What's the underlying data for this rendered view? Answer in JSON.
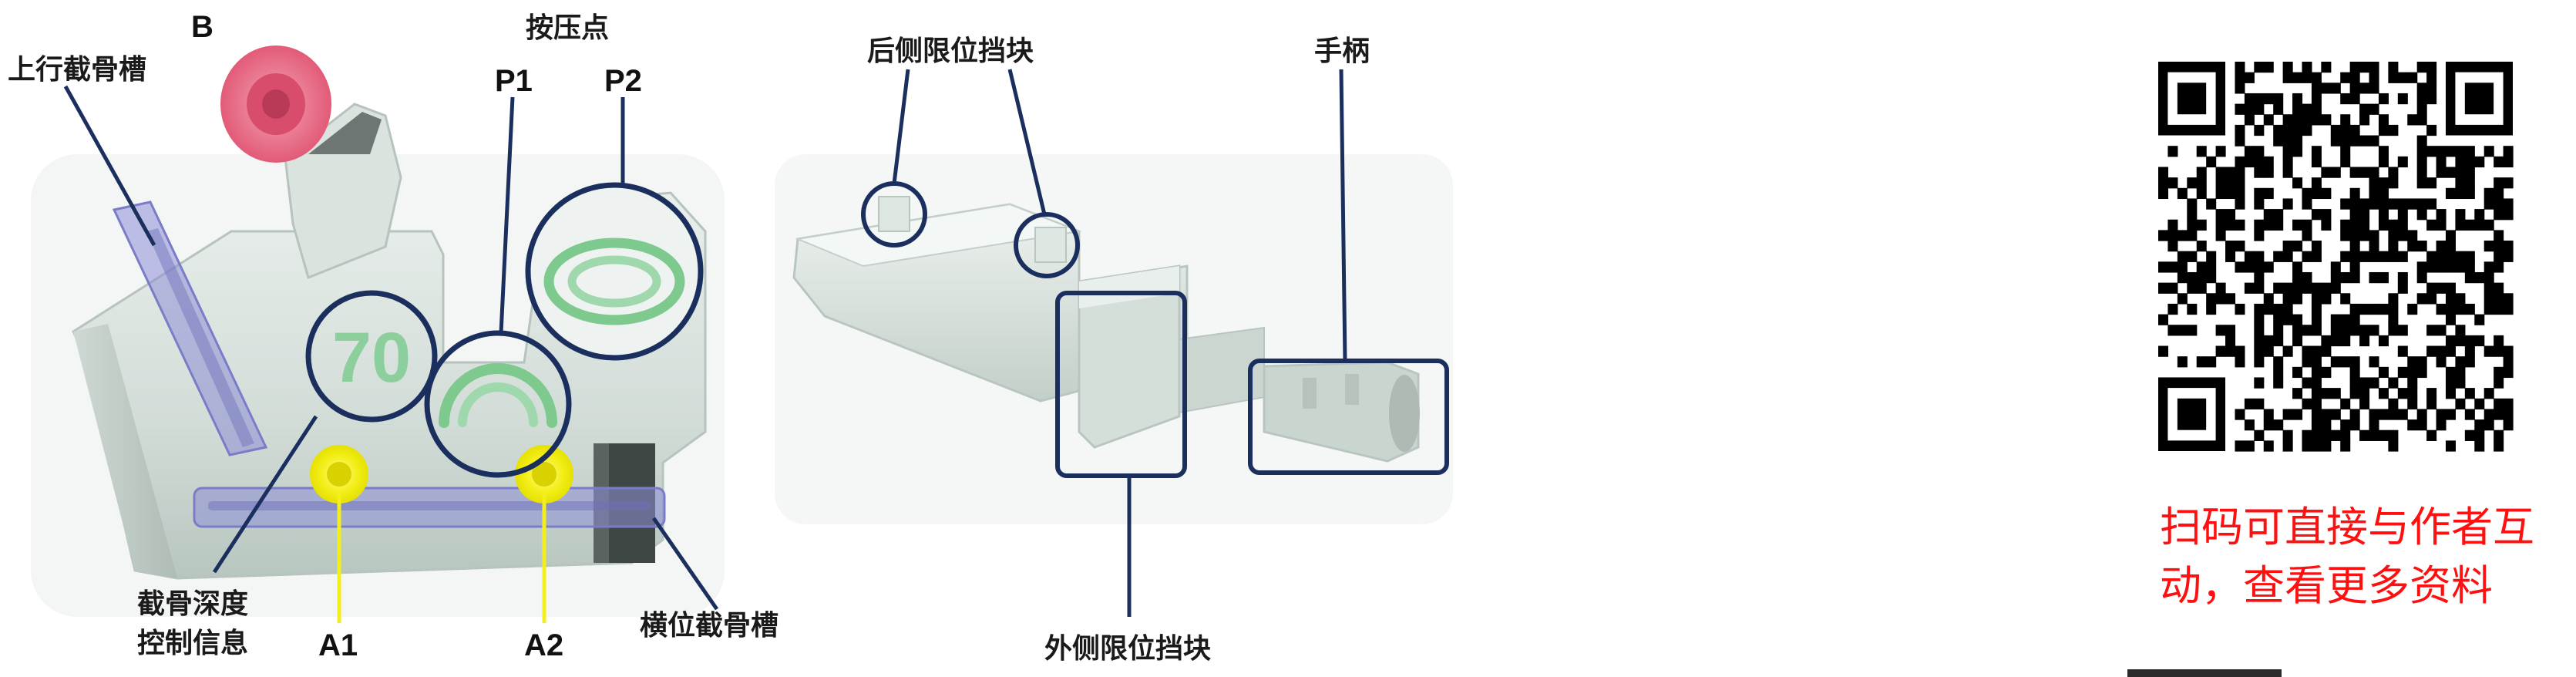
{
  "left_figure": {
    "labels": {
      "b": "B",
      "upper_groove": "上行截骨槽",
      "press_points": "按压点",
      "p1": "P1",
      "p2": "P2",
      "depth_info_line1": "截骨深度",
      "depth_info_line2": "控制信息",
      "a1": "A1",
      "a2": "A2",
      "transverse_groove": "横位截骨槽"
    },
    "depth_value": "70"
  },
  "right_figure": {
    "labels": {
      "rear_stops": "后侧限位挡块",
      "handle": "手柄",
      "outer_stop": "外侧限位挡块"
    }
  },
  "promo": {
    "line1": "扫码可直接与作者互",
    "line2": "动，查看更多资料"
  },
  "colors": {
    "callout_navy": "#1b2f5e",
    "highlight_purple": "#8d8ed6",
    "highlight_yellow": "#f3ef1a",
    "highlight_pink": "#e8607a",
    "promo_red": "#ff1010"
  }
}
